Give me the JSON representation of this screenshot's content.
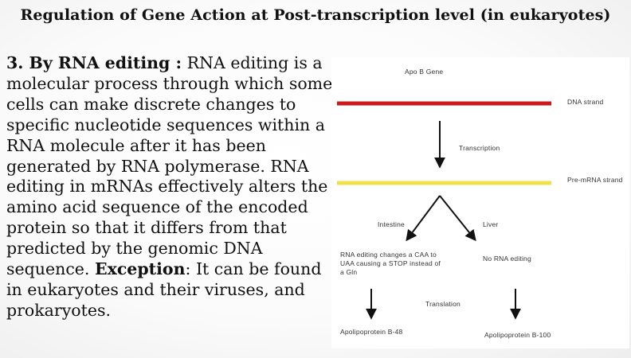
{
  "title": "Regulation of Gene Action at Post-transcription level (in eukaryotes)",
  "body": {
    "lead_bold": "3. By RNA editing :",
    "text1": " RNA editing is a molecular process through which some cells can make discrete changes to specific nucleotide sequences within a RNA molecule after it has been generated by RNA polymerase. RNA editing in mRNAs effectively alters the amino acid sequence of the encoded protein so that it differs from that predicted by the genomic DNA sequence.  ",
    "exception_bold": "Exception",
    "text2": ": It can be found in eukaryotes and their viruses, and prokaryotes."
  },
  "diagram": {
    "gene_label": "Apo B Gene",
    "dna_label": "DNA strand",
    "transcription_label": "Transcription",
    "mrna_label": "Pre-mRNA strand",
    "intestine_label": "Intestine",
    "liver_label": "Liver",
    "editing_text": "RNA editing changes a CAA to UAA causing a STOP instead of a Gln",
    "no_editing_text": "No RNA editing",
    "translation_label": "Translation",
    "product_left": "Apolipoprotein B-48",
    "product_right": "Apolipoprotein B-100",
    "dna_color": "#cc1a1a",
    "mrna_color": "#f0e04a"
  }
}
